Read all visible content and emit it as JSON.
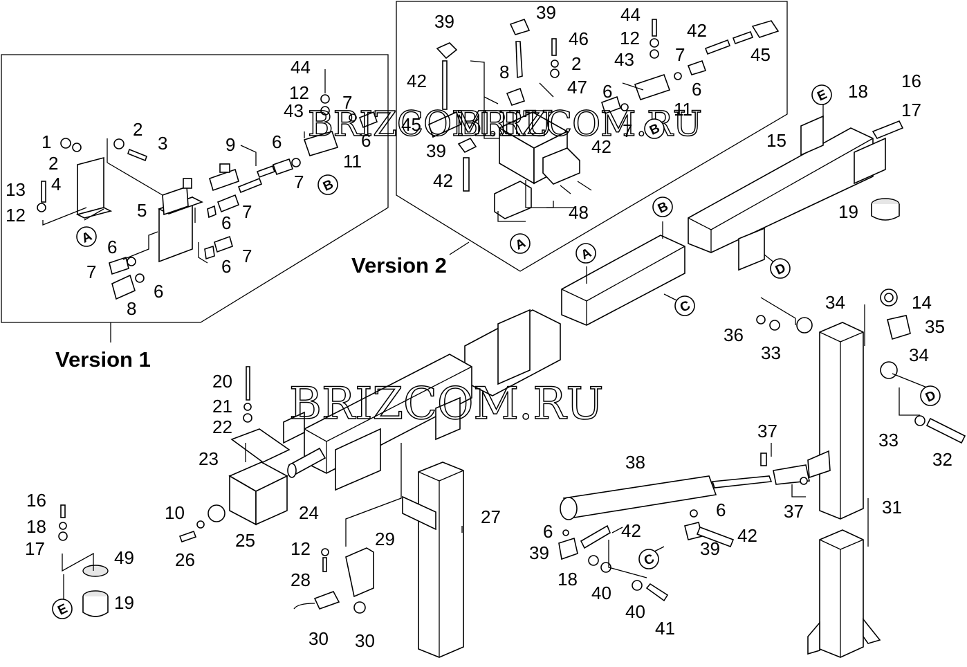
{
  "diagram": {
    "version_labels": {
      "v1": "Version 1",
      "v2": "Version 2"
    },
    "watermark": "BRIZCOM.RU",
    "connectors": [
      {
        "id": "v1-A",
        "letter": "A"
      },
      {
        "id": "v1-B",
        "letter": "B"
      },
      {
        "id": "v2-A",
        "letter": "A"
      },
      {
        "id": "v2-B",
        "letter": "B"
      },
      {
        "id": "beam-A",
        "letter": "A"
      },
      {
        "id": "beam-B",
        "letter": "B"
      },
      {
        "id": "beam-C",
        "letter": "C"
      },
      {
        "id": "beam-D",
        "letter": "D"
      },
      {
        "id": "top-E",
        "letter": "E"
      },
      {
        "id": "post-D",
        "letter": "D"
      },
      {
        "id": "cyl-C",
        "letter": "C"
      },
      {
        "id": "foot-E",
        "letter": "E"
      }
    ],
    "callouts": [
      {
        "id": "v1-1",
        "text": "1"
      },
      {
        "id": "v1-2a",
        "text": "2"
      },
      {
        "id": "v1-2b",
        "text": "2"
      },
      {
        "id": "v1-3",
        "text": "3"
      },
      {
        "id": "v1-4",
        "text": "4"
      },
      {
        "id": "v1-13",
        "text": "13"
      },
      {
        "id": "v1-12a",
        "text": "12"
      },
      {
        "id": "v1-5",
        "text": "5"
      },
      {
        "id": "v1-9",
        "text": "9"
      },
      {
        "id": "v1-6a",
        "text": "6"
      },
      {
        "id": "v1-6b",
        "text": "6"
      },
      {
        "id": "v1-6c",
        "text": "6"
      },
      {
        "id": "v1-6d",
        "text": "6"
      },
      {
        "id": "v1-6e",
        "text": "6"
      },
      {
        "id": "v1-6f",
        "text": "6"
      },
      {
        "id": "v1-7a",
        "text": "7"
      },
      {
        "id": "v1-7b",
        "text": "7"
      },
      {
        "id": "v1-7c",
        "text": "7"
      },
      {
        "id": "v1-7d",
        "text": "7"
      },
      {
        "id": "v1-7e",
        "text": "7"
      },
      {
        "id": "v1-8",
        "text": "8"
      },
      {
        "id": "v1-11",
        "text": "11"
      },
      {
        "id": "v1-44",
        "text": "44"
      },
      {
        "id": "v1-12b",
        "text": "12"
      },
      {
        "id": "v1-43",
        "text": "43"
      },
      {
        "id": "v2-39a",
        "text": "39"
      },
      {
        "id": "v2-39b",
        "text": "39"
      },
      {
        "id": "v2-39c",
        "text": "39"
      },
      {
        "id": "v2-42a",
        "text": "42"
      },
      {
        "id": "v2-42b",
        "text": "42"
      },
      {
        "id": "v2-42c",
        "text": "42"
      },
      {
        "id": "v2-42d",
        "text": "42"
      },
      {
        "id": "v2-45a",
        "text": "45"
      },
      {
        "id": "v2-45b",
        "text": "45"
      },
      {
        "id": "v2-8",
        "text": "8"
      },
      {
        "id": "v2-46",
        "text": "46"
      },
      {
        "id": "v2-2",
        "text": "2"
      },
      {
        "id": "v2-47",
        "text": "47"
      },
      {
        "id": "v2-48",
        "text": "48"
      },
      {
        "id": "v2-44",
        "text": "44"
      },
      {
        "id": "v2-12",
        "text": "12"
      },
      {
        "id": "v2-43",
        "text": "43"
      },
      {
        "id": "v2-7a",
        "text": "7"
      },
      {
        "id": "v2-7b",
        "text": "7"
      },
      {
        "id": "v2-6a",
        "text": "6"
      },
      {
        "id": "v2-6b",
        "text": "6"
      },
      {
        "id": "v2-11",
        "text": "11"
      },
      {
        "id": "m-16",
        "text": "16"
      },
      {
        "id": "m-18",
        "text": "18"
      },
      {
        "id": "m-17",
        "text": "17"
      },
      {
        "id": "m-15",
        "text": "15"
      },
      {
        "id": "m-19",
        "text": "19"
      },
      {
        "id": "m-14",
        "text": "14"
      },
      {
        "id": "m-34a",
        "text": "34"
      },
      {
        "id": "m-36",
        "text": "36"
      },
      {
        "id": "m-33a",
        "text": "33"
      },
      {
        "id": "m-35",
        "text": "35"
      },
      {
        "id": "m-34b",
        "text": "34"
      },
      {
        "id": "m-33b",
        "text": "33"
      },
      {
        "id": "m-32",
        "text": "32"
      },
      {
        "id": "m-37a",
        "text": "37"
      },
      {
        "id": "m-37b",
        "text": "37"
      },
      {
        "id": "m-38",
        "text": "38"
      },
      {
        "id": "m-31",
        "text": "31"
      },
      {
        "id": "m-6a",
        "text": "6"
      },
      {
        "id": "m-6b",
        "text": "6"
      },
      {
        "id": "m-42a",
        "text": "42"
      },
      {
        "id": "m-42b",
        "text": "42"
      },
      {
        "id": "m-39a",
        "text": "39"
      },
      {
        "id": "m-39b",
        "text": "39"
      },
      {
        "id": "m-18b",
        "text": "18"
      },
      {
        "id": "m-40a",
        "text": "40"
      },
      {
        "id": "m-40b",
        "text": "40"
      },
      {
        "id": "m-41",
        "text": "41"
      },
      {
        "id": "m-20",
        "text": "20"
      },
      {
        "id": "m-21",
        "text": "21"
      },
      {
        "id": "m-22",
        "text": "22"
      },
      {
        "id": "m-23",
        "text": "23"
      },
      {
        "id": "m-24",
        "text": "24"
      },
      {
        "id": "m-10",
        "text": "10"
      },
      {
        "id": "m-25",
        "text": "25"
      },
      {
        "id": "m-26",
        "text": "26"
      },
      {
        "id": "m-27",
        "text": "27"
      },
      {
        "id": "m-12",
        "text": "12"
      },
      {
        "id": "m-28",
        "text": "28"
      },
      {
        "id": "m-29",
        "text": "29"
      },
      {
        "id": "m-30a",
        "text": "30"
      },
      {
        "id": "m-30b",
        "text": "30"
      },
      {
        "id": "m-16b",
        "text": "16"
      },
      {
        "id": "m-18c",
        "text": "18"
      },
      {
        "id": "m-17b",
        "text": "17"
      },
      {
        "id": "m-49",
        "text": "49"
      },
      {
        "id": "m-19b",
        "text": "19"
      }
    ]
  }
}
